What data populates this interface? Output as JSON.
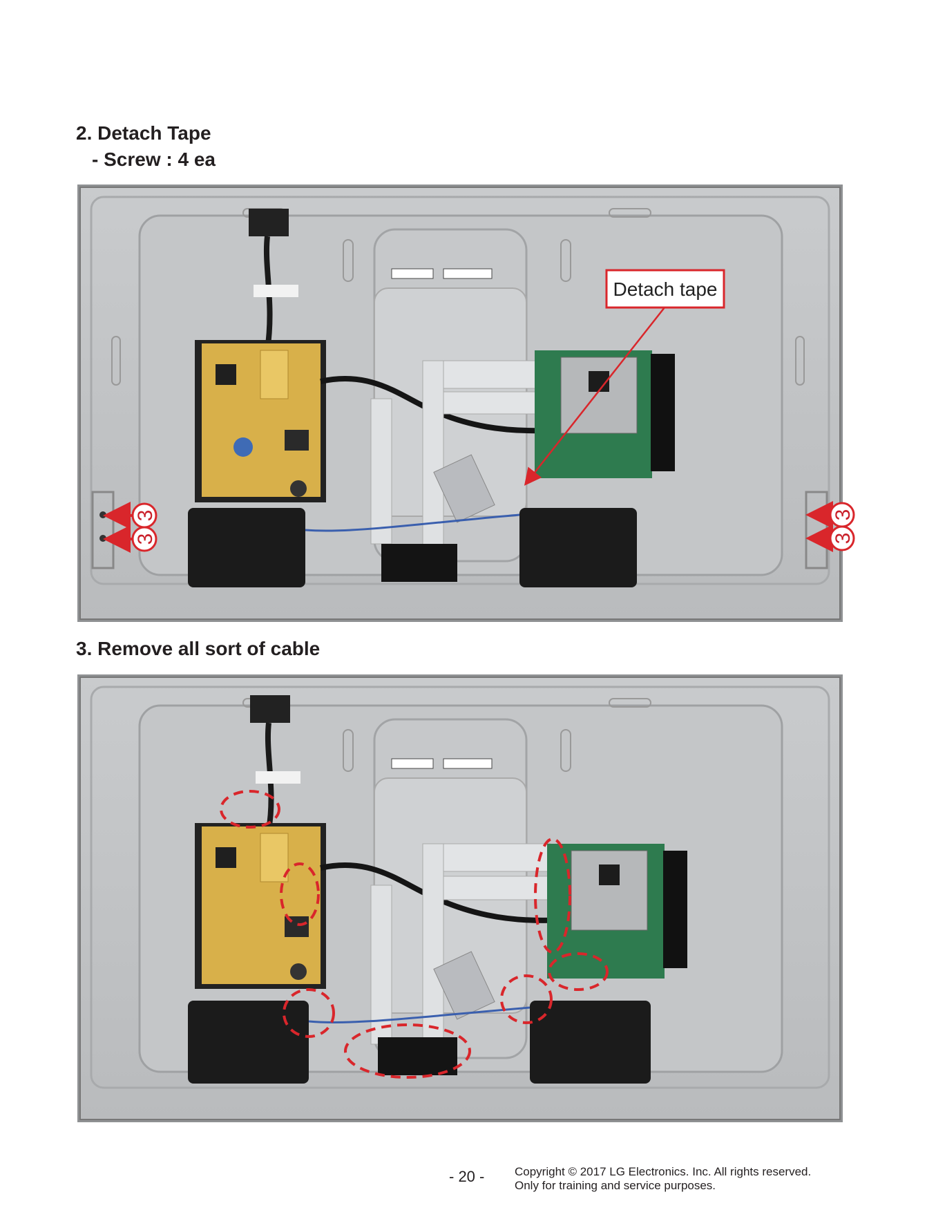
{
  "steps": {
    "step2_title": "2. Detach Tape",
    "step2_sub": "- Screw : 4 ea",
    "step3_title": "3. Remove all sort of cable"
  },
  "photo1": {
    "callout_label": "Detach tape",
    "screw_labels": [
      "3",
      "3",
      "3",
      "3"
    ],
    "accent_color": "#d9262b"
  },
  "photo2": {
    "highlight_color": "#d9262b"
  },
  "footer": {
    "page_number": "- 20 -",
    "copyright": "Copyright  © 2017  LG Electronics. Inc. All rights reserved.",
    "notice": "Only for training and service purposes."
  }
}
